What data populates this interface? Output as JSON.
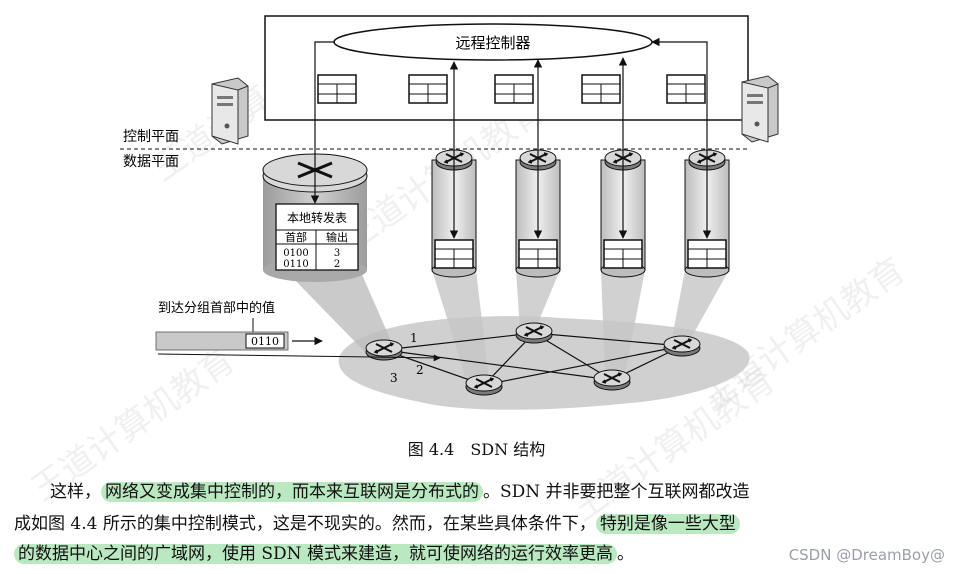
{
  "figure": {
    "remote_controller_label": "远程控制器",
    "control_plane_label": "控制平面",
    "data_plane_label": "数据平面",
    "local_table_title": "本地转发表",
    "local_table_headers": [
      "首部",
      "输出"
    ],
    "local_table_rows": [
      [
        "0100",
        "3"
      ],
      [
        "0110",
        "2"
      ]
    ],
    "packet_header_label": "到达分组首部中的值",
    "packet_value": "0110",
    "port_labels": [
      "1",
      "2",
      "3"
    ],
    "caption": "图 4.4　SDN 结构"
  },
  "paragraph": {
    "line1_a": "这样，",
    "line1_hl": "网络又变成集中控制的，而本来互联网是分布式的",
    "line1_b": "。SDN 并非要把整个互联网都改造",
    "line2_a": "成如图 4.4 所示的集中控制模式，这是不现实的。然而，在某些具体条件下，",
    "line2_hl": "特别是像一些大型",
    "line3_hl": "的数据中心之间的广域网，使用 SDN 模式来建造，就可使网络的运行效率更高",
    "line3_b": "。"
  },
  "watermarks": {
    "brand_text": "王道计算机教育",
    "csdn": "CSDN @DreamBoy@"
  },
  "colors": {
    "highlight": "#82d68c",
    "platform_gray": "#d0d0d0",
    "line": "#111111"
  }
}
